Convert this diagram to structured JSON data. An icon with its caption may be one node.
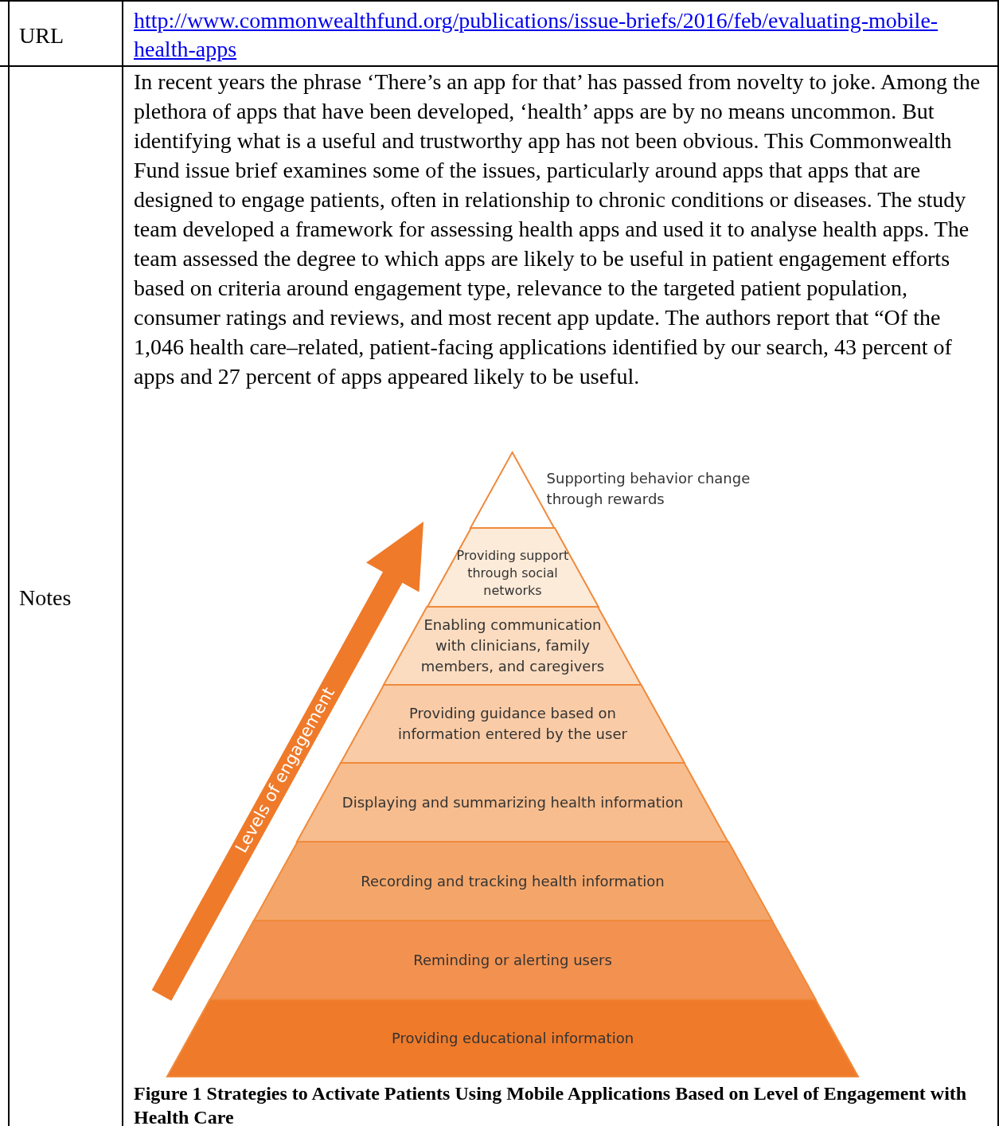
{
  "diagram": {
    "caption": "Figure 1 Strategies to Activate Patients Using Mobile Applications Based on Level of Engagement with Health Care",
    "nodes": [
      {
        "text": [
          "Supporting behavior change through rewards"
        ]
      },
      {
        "text": [
          "Providing support through social networks"
        ]
      },
      {
        "text": [
          "Enabling communication with clinicians, family members, and caregivers"
        ]
      },
      {
        "text": [
          "Providing guidance based on information entered by the user"
        ]
      },
      {
        "text": [
          "Displaying and summarizing health information"
        ]
      },
      {
        "text": [
          "Recording and tracking health information"
        ]
      },
      {
        "text": [
          "Reminding or alerting users"
        ]
      },
      {
        "text": [
          "Providing educational information"
        ]
      }
    ],
    "labels": [
      "URL",
      "http://www.commonwealthfund.org/publications/issue-briefs/2016/feb/evaluating-mobile-health-apps",
      "Notes",
      "In recent years the phrase ‘There’s an app for that’ has passed from novelty to joke. Among the plethora of apps that have been developed, ‘health’ apps are by no means uncommon. But identifying what is a useful and trustworthy app has not been obvious. This Commonwealth Fund issue brief examines some of the issues, particularly around apps that apps that are designed to engage patients, often in relationship to chronic conditions or diseases. The study team developed a framework for assessing health apps and used it to analyse health apps. The team assessed the degree to which apps are likely to be useful in patient engagement efforts based on criteria around engagement type, relevance to the targeted patient population, consumer ratings and reviews, and most recent app update. The authors report that “Of the 1,046 health care–related, patient-facing applications identified by our search, 43 percent of apps and 27 percent of apps appeared likely to be useful.",
      "Levels of engagement"
    ]
  }
}
